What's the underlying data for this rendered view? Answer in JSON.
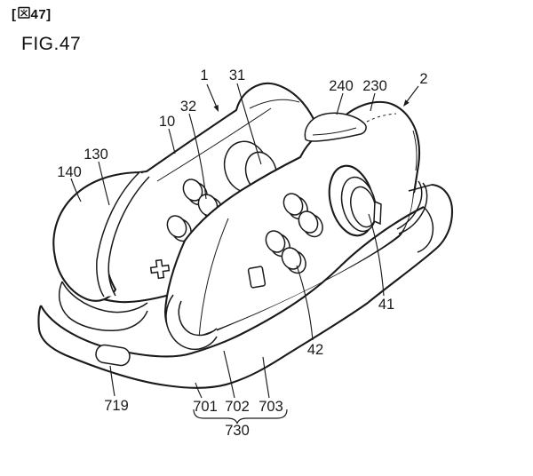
{
  "page": {
    "background": "#ffffff",
    "ink": "#1a1a1a"
  },
  "header": {
    "figure_tag_open": "[",
    "figure_tag_kanji": "図",
    "figure_tag_number": "47]",
    "figure_label": "FIG.47"
  },
  "figure": {
    "reference_labels": [
      {
        "text": "1"
      },
      {
        "text": "31"
      },
      {
        "text": "240"
      },
      {
        "text": "230"
      },
      {
        "text": "2"
      },
      {
        "text": "10"
      },
      {
        "text": "32"
      },
      {
        "text": "130"
      },
      {
        "text": "140"
      },
      {
        "text": "41"
      },
      {
        "text": "42"
      },
      {
        "text": "719"
      },
      {
        "text": "701"
      },
      {
        "text": "702"
      },
      {
        "text": "703"
      },
      {
        "text": "730"
      }
    ]
  }
}
